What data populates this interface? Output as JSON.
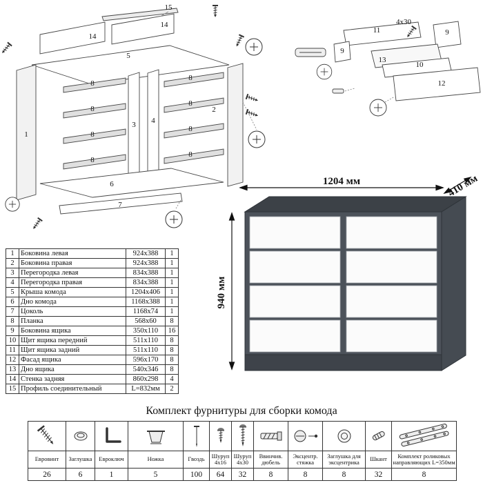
{
  "parts": {
    "rows": [
      {
        "num": "1",
        "name": "Боковина левая",
        "size": "924x388",
        "qty": "1"
      },
      {
        "num": "2",
        "name": "Боковина правая",
        "size": "924x388",
        "qty": "1"
      },
      {
        "num": "3",
        "name": "Перегородка левая",
        "size": "834x388",
        "qty": "1"
      },
      {
        "num": "4",
        "name": "Перегородка правая",
        "size": "834x388",
        "qty": "1"
      },
      {
        "num": "5",
        "name": "Крыша комода",
        "size": "1204x406",
        "qty": "1"
      },
      {
        "num": "6",
        "name": "Дно комода",
        "size": "1168x388",
        "qty": "1"
      },
      {
        "num": "7",
        "name": "Цоколь",
        "size": "1168x74",
        "qty": "1"
      },
      {
        "num": "8",
        "name": "Планка",
        "size": "568x60",
        "qty": "8"
      },
      {
        "num": "9",
        "name": "Боковина ящика",
        "size": "350x110",
        "qty": "16"
      },
      {
        "num": "10",
        "name": "Щит ящика передний",
        "size": "511x110",
        "qty": "8"
      },
      {
        "num": "11",
        "name": "Щит ящика задний",
        "size": "511x110",
        "qty": "8"
      },
      {
        "num": "12",
        "name": "Фасад ящика",
        "size": "596x170",
        "qty": "8"
      },
      {
        "num": "13",
        "name": "Дно ящика",
        "size": "540x346",
        "qty": "8"
      },
      {
        "num": "14",
        "name": "Стенка задняя",
        "size": "860x298",
        "qty": "4"
      },
      {
        "num": "15",
        "name": "Профиль соединительный",
        "size": "L=832мм",
        "qty": "2"
      }
    ]
  },
  "dims": {
    "width": "1204 мм",
    "depth": "410 мм",
    "height": "940 мм"
  },
  "hardware": {
    "title": "Комплект фурнитуры для сборки комода",
    "items": [
      {
        "label": "Евровинт",
        "qty": "26",
        "icon": "eurovint-icon"
      },
      {
        "label": "Заглушка",
        "qty": "6",
        "icon": "cap-icon"
      },
      {
        "label": "Евроключ",
        "qty": "1",
        "icon": "hexkey-icon"
      },
      {
        "label": "Ножка",
        "qty": "5",
        "icon": "leg-icon"
      },
      {
        "label": "Гвоздь",
        "qty": "100",
        "icon": "nail-icon"
      },
      {
        "label": "Шуруп 4х16",
        "qty": "64",
        "icon": "screw-short-icon"
      },
      {
        "label": "Шуруп 4х30",
        "qty": "32",
        "icon": "screw-long-icon"
      },
      {
        "label": "Ввинчив. дюбель",
        "qty": "8",
        "icon": "dowel-screw-icon"
      },
      {
        "label": "Эксцентр. стяжка",
        "qty": "8",
        "icon": "eccentric-icon"
      },
      {
        "label": "Заглушка для эксцентрика",
        "qty": "8",
        "icon": "eccentric-cap-icon"
      },
      {
        "label": "Шкант",
        "qty": "32",
        "icon": "shkant-icon"
      },
      {
        "label": "Комплект роликовых направляющих L=350мм",
        "qty": "8",
        "icon": "roller-guides-icon"
      }
    ]
  },
  "diagram": {
    "chest": {
      "p1": "1",
      "p2": "2",
      "p3": "3",
      "p4": "4",
      "p5": "5",
      "p6": "6",
      "p7": "7",
      "p8": "8",
      "p14": "14",
      "p15": "15"
    },
    "drawer": {
      "p9": "9",
      "p10": "10",
      "p11": "11",
      "p12": "12",
      "p13": "13",
      "screw_label": "4х30"
    }
  }
}
